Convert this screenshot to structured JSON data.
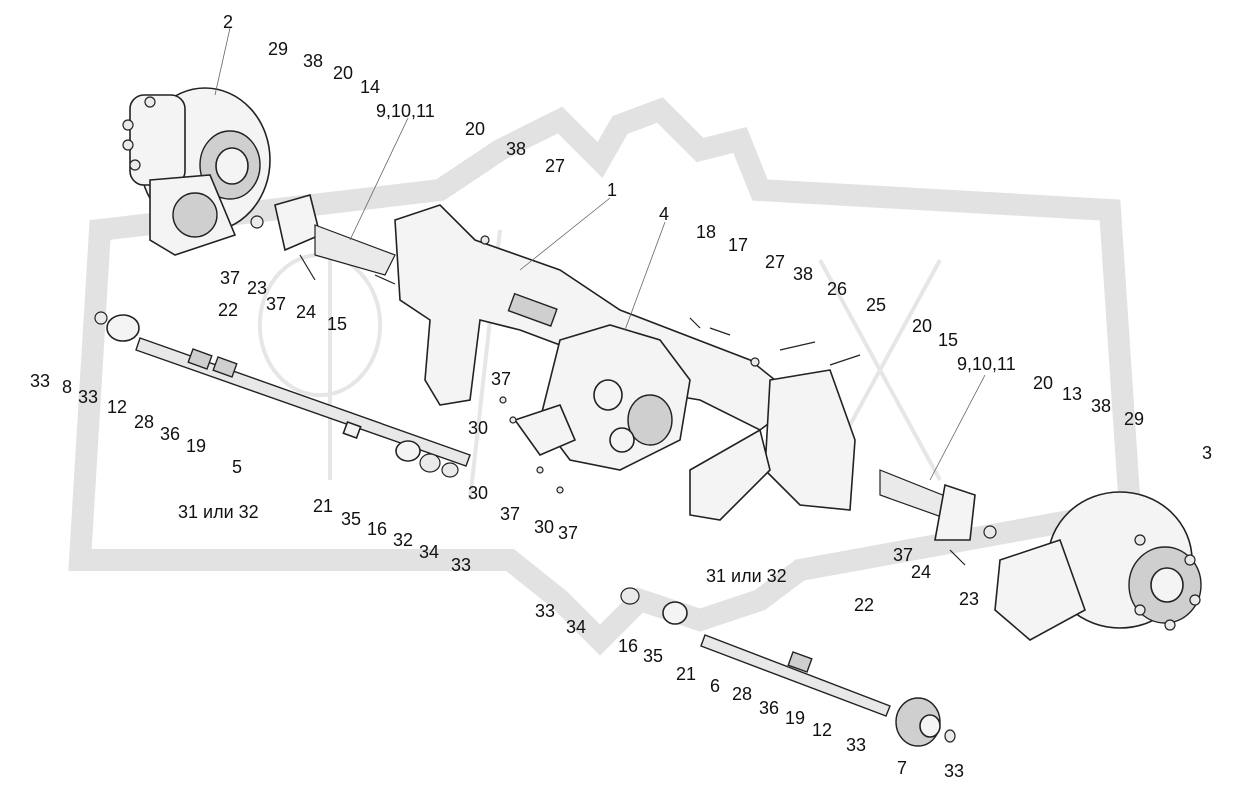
{
  "diagram": {
    "callouts": [
      {
        "id": "c-2",
        "text": "2"
      },
      {
        "id": "c-29a",
        "text": "29"
      },
      {
        "id": "c-38a",
        "text": "38"
      },
      {
        "id": "c-20a",
        "text": "20"
      },
      {
        "id": "c-14",
        "text": "14"
      },
      {
        "id": "c-9-10-11a",
        "text": "9,10,11"
      },
      {
        "id": "c-20b",
        "text": "20"
      },
      {
        "id": "c-38b",
        "text": "38"
      },
      {
        "id": "c-27a",
        "text": "27"
      },
      {
        "id": "c-1",
        "text": "1"
      },
      {
        "id": "c-4",
        "text": "4"
      },
      {
        "id": "c-18",
        "text": "18"
      },
      {
        "id": "c-17",
        "text": "17"
      },
      {
        "id": "c-27b",
        "text": "27"
      },
      {
        "id": "c-38c",
        "text": "38"
      },
      {
        "id": "c-26",
        "text": "26"
      },
      {
        "id": "c-25",
        "text": "25"
      },
      {
        "id": "c-20c",
        "text": "20"
      },
      {
        "id": "c-15a",
        "text": "15"
      },
      {
        "id": "c-9-10-11b",
        "text": "9,10,11"
      },
      {
        "id": "c-20d",
        "text": "20"
      },
      {
        "id": "c-13",
        "text": "13"
      },
      {
        "id": "c-38d",
        "text": "38"
      },
      {
        "id": "c-29b",
        "text": "29"
      },
      {
        "id": "c-3",
        "text": "3"
      },
      {
        "id": "c-37a",
        "text": "37"
      },
      {
        "id": "c-23a",
        "text": "23"
      },
      {
        "id": "c-37b",
        "text": "37"
      },
      {
        "id": "c-24a",
        "text": "24"
      },
      {
        "id": "c-15b",
        "text": "15"
      },
      {
        "id": "c-22a",
        "text": "22"
      },
      {
        "id": "c-33a",
        "text": "33"
      },
      {
        "id": "c-8",
        "text": "8"
      },
      {
        "id": "c-33b",
        "text": "33"
      },
      {
        "id": "c-12a",
        "text": "12"
      },
      {
        "id": "c-28a",
        "text": "28"
      },
      {
        "id": "c-36a",
        "text": "36"
      },
      {
        "id": "c-19a",
        "text": "19"
      },
      {
        "id": "c-5",
        "text": "5"
      },
      {
        "id": "c-37c",
        "text": "37"
      },
      {
        "id": "c-30a",
        "text": "30"
      },
      {
        "id": "c-30b",
        "text": "30"
      },
      {
        "id": "c-37d",
        "text": "37"
      },
      {
        "id": "c-30c",
        "text": "30"
      },
      {
        "id": "c-37e",
        "text": "37"
      },
      {
        "id": "c-31-32a",
        "text": "31 или 32"
      },
      {
        "id": "c-21a",
        "text": "21"
      },
      {
        "id": "c-35a",
        "text": "35"
      },
      {
        "id": "c-16a",
        "text": "16"
      },
      {
        "id": "c-32",
        "text": "32"
      },
      {
        "id": "c-34a",
        "text": "34"
      },
      {
        "id": "c-33c",
        "text": "33"
      },
      {
        "id": "c-37f",
        "text": "37"
      },
      {
        "id": "c-24b",
        "text": "24"
      },
      {
        "id": "c-31-32b",
        "text": "31 или 32"
      },
      {
        "id": "c-23b",
        "text": "23"
      },
      {
        "id": "c-22b",
        "text": "22"
      },
      {
        "id": "c-33d",
        "text": "33"
      },
      {
        "id": "c-34b",
        "text": "34"
      },
      {
        "id": "c-16b",
        "text": "16"
      },
      {
        "id": "c-35b",
        "text": "35"
      },
      {
        "id": "c-21b",
        "text": "21"
      },
      {
        "id": "c-6",
        "text": "6"
      },
      {
        "id": "c-28b",
        "text": "28"
      },
      {
        "id": "c-36b",
        "text": "36"
      },
      {
        "id": "c-19b",
        "text": "19"
      },
      {
        "id": "c-12b",
        "text": "12"
      },
      {
        "id": "c-33e",
        "text": "33"
      },
      {
        "id": "c-7",
        "text": "7"
      },
      {
        "id": "c-33f",
        "text": "33"
      }
    ]
  }
}
